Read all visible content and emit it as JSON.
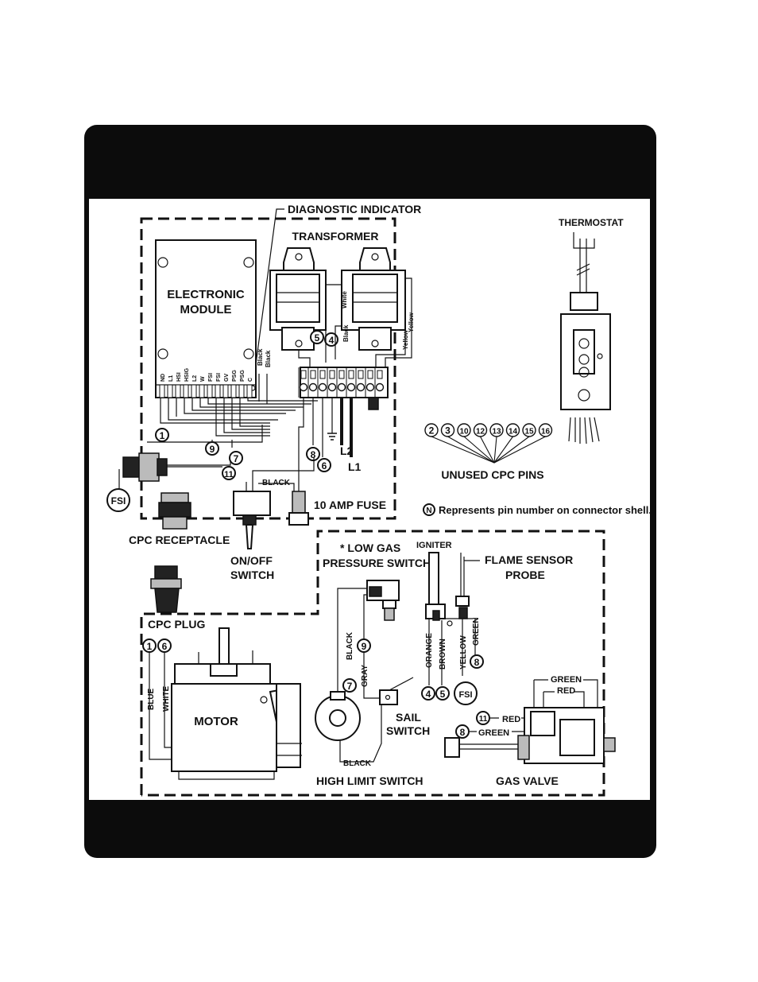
{
  "labels": {
    "diagnostic_indicator": "DIAGNOSTIC INDICATOR",
    "transformer": "TRANSFORMER",
    "electronic_module_1": "ELECTRONIC",
    "electronic_module_2": "MODULE",
    "thermostat": "THERMOSTAT",
    "unused_cpc_pins": "UNUSED CPC PINS",
    "pin_note": "Represents pin number on connector shell.",
    "pin_note_symbol": "N",
    "ten_amp_fuse": "10 AMP FUSE",
    "cpc_receptacle": "CPC RECEPTACLE",
    "on_off_switch_1": "ON/OFF",
    "on_off_switch_2": "SWITCH",
    "low_gas_1": "* LOW GAS",
    "low_gas_2": "PRESSURE SWITCH",
    "igniter": "IGNITER",
    "flame_sensor_1": "FLAME SENSOR",
    "flame_sensor_2": "PROBE",
    "cpc_plug": "CPC PLUG",
    "motor": "MOTOR",
    "sail_switch_1": "SAIL",
    "sail_switch_2": "SWITCH",
    "high_limit_switch": "HIGH LIMIT SWITCH",
    "gas_valve": "GAS VALVE",
    "l1": "L1",
    "l2": "L2",
    "fsi": "FSI"
  },
  "module_terminals": [
    "ND",
    "L1",
    "HSI",
    "HSIG",
    "L2",
    "W",
    "FSI",
    "FSI",
    "GV",
    "PSG",
    "PSG",
    "C"
  ],
  "wire_colors": {
    "black": "BLACK",
    "black_lc": "Black",
    "white_lc": "White",
    "yellow_lc": "Yellow",
    "blue": "BLUE",
    "white": "WHITE",
    "gray": "GRAY",
    "orange": "ORANGE",
    "brown": "BROWN",
    "yellow": "YELLOW",
    "green": "GREEN",
    "red": "RED"
  },
  "unused_pins": [
    "2",
    "3",
    "10",
    "12",
    "13",
    "14",
    "15",
    "16"
  ],
  "pin_numbers": {
    "p1": "1",
    "p9": "9",
    "p7": "7",
    "p11": "11",
    "p8": "8",
    "p6": "6",
    "p5": "5",
    "p4": "4",
    "cp1": "1",
    "cp6": "6",
    "lg9": "9",
    "lg7": "7",
    "ig4": "4",
    "ig5": "5",
    "ig8": "8",
    "gv11": "11",
    "gv8": "8"
  }
}
